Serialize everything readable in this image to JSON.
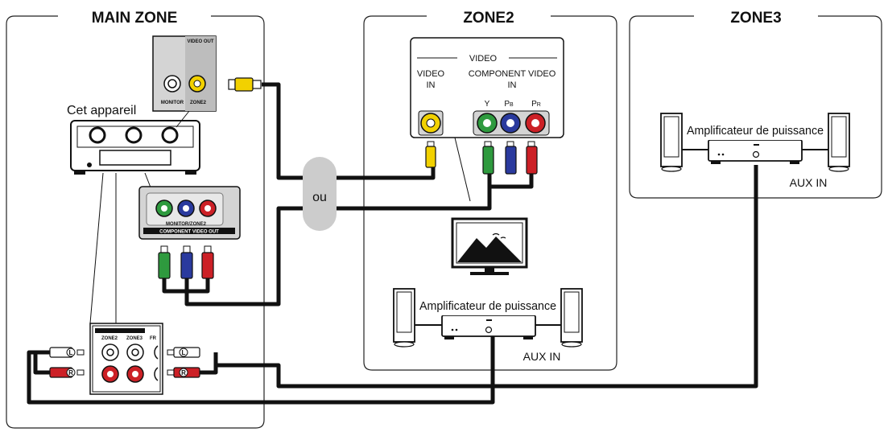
{
  "zones": {
    "main": "MAIN ZONE",
    "zone2": "ZONE2",
    "zone3": "ZONE3"
  },
  "device": {
    "label": "Cet appareil",
    "video_out_header": "VIDEO OUT",
    "monitor_label": "MONITOR",
    "zone2_label": "ZONE2",
    "component_panel_line1": "MONITOR/ZONE2",
    "component_panel_line2": "COMPONENT VIDEO OUT",
    "audio_zone2": "ZONE2",
    "audio_zone3": "ZONE3",
    "audio_fr": "FR"
  },
  "connectors": {
    "left": "L",
    "right": "R"
  },
  "tv_panel": {
    "group": "VIDEO",
    "video_in_line1": "VIDEO",
    "video_in_line2": "IN",
    "component_line1": "COMPONENT VIDEO",
    "component_line2": "IN",
    "y": "Y",
    "pb": "P",
    "pb_sub": "B",
    "pr": "P",
    "pr_sub": "R"
  },
  "or_label": "ou",
  "amplifier_label": "Amplificateur de puissance",
  "aux_in": "AUX IN",
  "colors": {
    "yellow": "#f2d100",
    "green": "#2e9a3e",
    "blue": "#2a3a9e",
    "red": "#cc2026",
    "cable": "#111111",
    "panel": "#d4d4d4",
    "pill": "#cccccc"
  }
}
